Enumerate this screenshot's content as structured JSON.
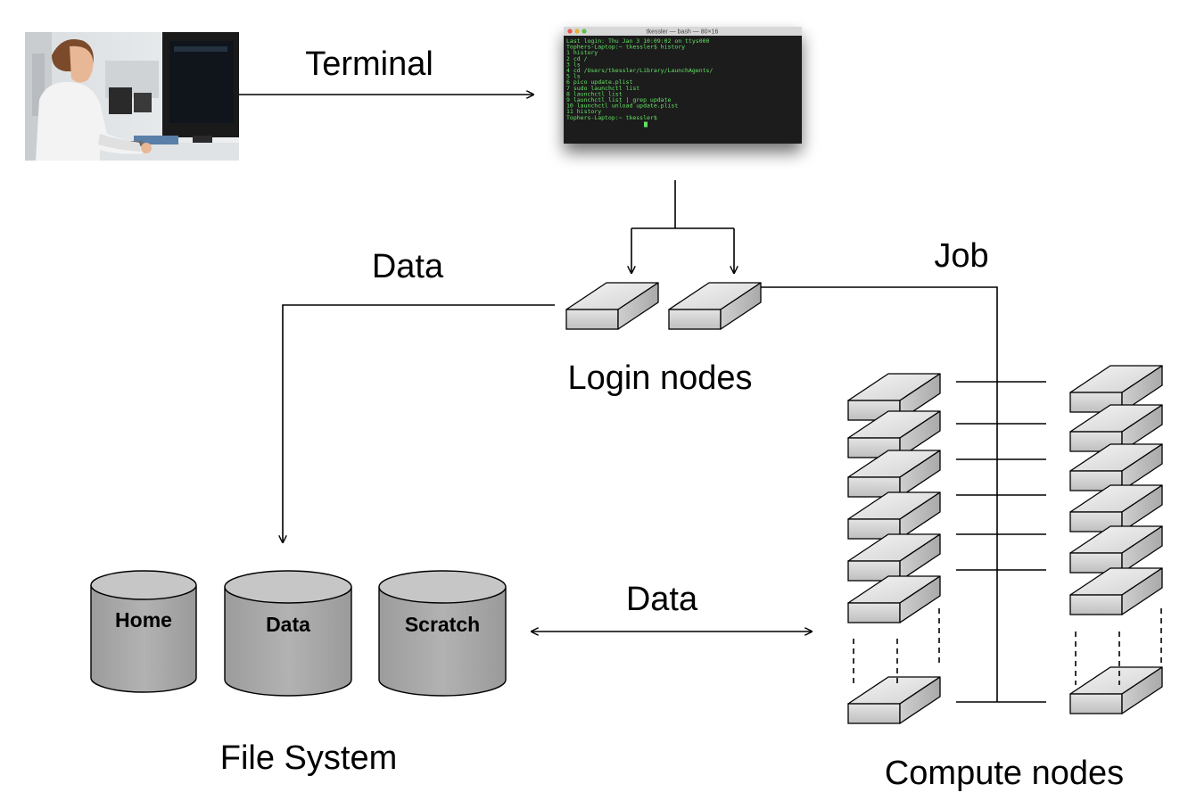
{
  "labels": {
    "terminal": "Terminal",
    "data_login": "Data",
    "job": "Job",
    "login_nodes": "Login nodes",
    "data_compute": "Data",
    "file_system": "File System",
    "compute_nodes": "Compute nodes"
  },
  "filesystems": [
    {
      "label": "Home"
    },
    {
      "label": "Data"
    },
    {
      "label": "Scratch"
    }
  ],
  "terminal_window": {
    "title": "tkessler — bash — 80×16",
    "lines": [
      "Last login: Thu Jan  3 10:09:02 on ttys000",
      "Tophers-Laptop:~ tkessler$ history",
      "    1  history",
      "    2  cd /",
      "    3  ls",
      "    4  cd /Users/tkessler/Library/LaunchAgents/",
      "    5  ls",
      "    6  pico update.plist",
      "    7  sudo launchctl list",
      "    8  launchctl list",
      "    9  launchctl list | grep update",
      "   10  launchctl unload update.plist",
      "   11  history",
      "Tophers-Laptop:~ tkessler$ "
    ]
  },
  "colors": {
    "node_top": "#e2e2e2",
    "node_front": "#d0d0d0",
    "node_side": "#bdbdbd",
    "db_body": "#a8a8a8",
    "db_top": "#c6c6c6",
    "terminal_bg": "#1e1e1e",
    "terminal_text": "#62e262"
  }
}
